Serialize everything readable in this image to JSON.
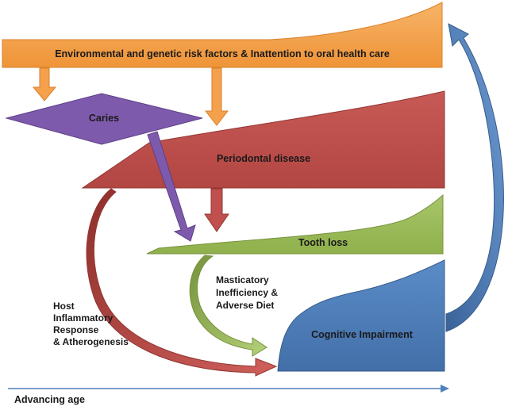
{
  "labels": {
    "risk_factors": "Environmental and genetic risk factors & Inattention to oral health care",
    "caries": "Caries",
    "periodontal": "Periodontal disease",
    "tooth_loss": "Tooth loss",
    "masticatory": [
      "Masticatory",
      "Inefficiency &",
      "Adverse Diet"
    ],
    "host": [
      "Host",
      "Inflammatory",
      "Response",
      "& Atherogenesis"
    ],
    "cognitive": "Cognitive Impairment",
    "age_axis": "Advancing age"
  },
  "colors": {
    "orange": "#f4a04d",
    "orange_edge": "#d9822b",
    "purple": "#7e5aac",
    "purple_edge": "#5e3f88",
    "red": "#c0504d",
    "red_edge": "#923733",
    "green": "#9bbb59",
    "green_edge": "#76923c",
    "blue": "#4f81bd",
    "blue_edge": "#385d8a"
  }
}
